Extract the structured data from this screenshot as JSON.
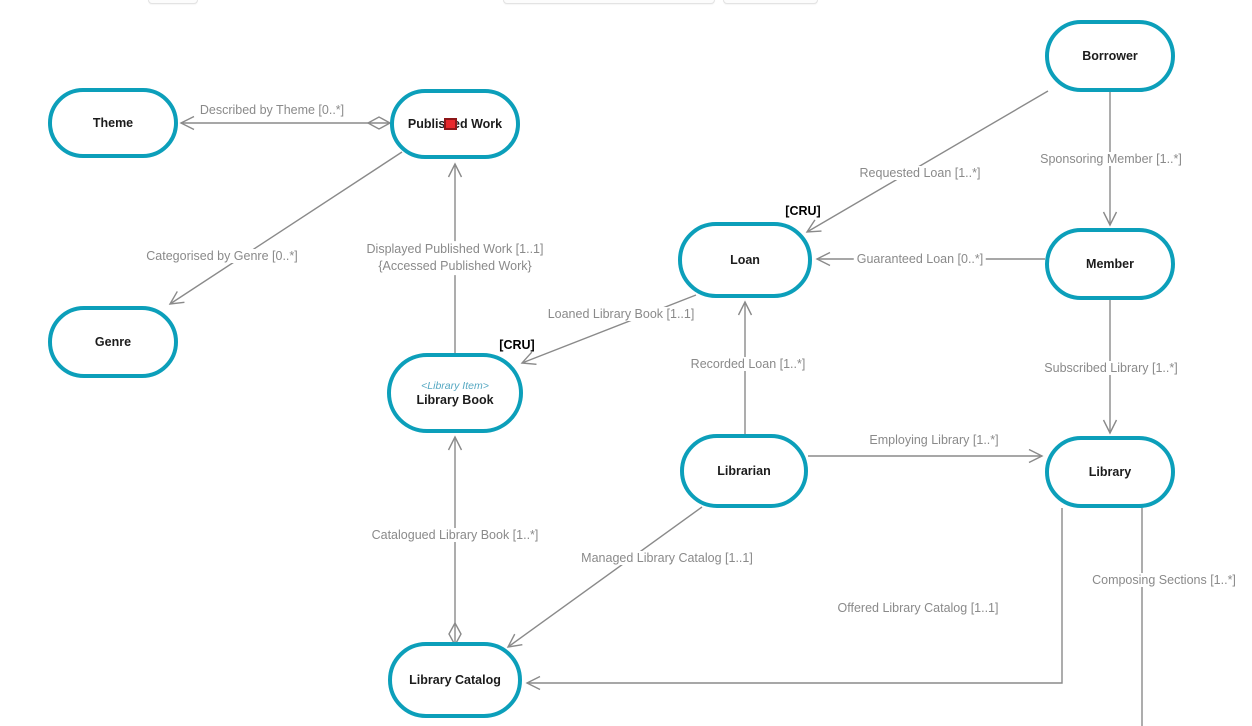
{
  "colors": {
    "node_border": "#0c9fba",
    "node_text": "#1c1c1c",
    "stereotype": "#56a8c2",
    "edge": "#8a8a8a",
    "label": "#8a8a8a",
    "marker_fill": "#e8282c",
    "marker_border": "#8d1618"
  },
  "nodes": {
    "theme": {
      "label": "Theme"
    },
    "published_work": {
      "label": "Published Work"
    },
    "genre": {
      "label": "Genre"
    },
    "loan": {
      "label": "Loan"
    },
    "borrower": {
      "label": "Borrower"
    },
    "member": {
      "label": "Member"
    },
    "library_book": {
      "stereotype": "<Library Item>",
      "label": "Library Book"
    },
    "librarian": {
      "label": "Librarian"
    },
    "library": {
      "label": "Library"
    },
    "library_catalog": {
      "label": "Library Catalog"
    }
  },
  "relations": [
    {
      "id": "described_by_theme",
      "from": "published_work",
      "to": "theme",
      "label": "Described by Theme [0..*]"
    },
    {
      "id": "categorised_by_genre",
      "from": "published_work",
      "to": "genre",
      "label": "Categorised by Genre [0..*]"
    },
    {
      "id": "displayed_published_work",
      "from": "library_book",
      "to": "published_work",
      "label": "Displayed Published Work [1..1]",
      "constraint": "{Accessed Published Work}"
    },
    {
      "id": "requested_loan",
      "from": "borrower",
      "to": "loan",
      "label": "Requested Loan [1..*]",
      "access": "[CRU]"
    },
    {
      "id": "sponsoring_member",
      "from": "borrower",
      "to": "member",
      "label": "Sponsoring Member [1..*]"
    },
    {
      "id": "guaranteed_loan",
      "from": "member",
      "to": "loan",
      "label": "Guaranteed Loan [0..*]"
    },
    {
      "id": "loaned_library_book",
      "from": "loan",
      "to": "library_book",
      "label": "Loaned Library Book [1..1]",
      "access": "[CRU]"
    },
    {
      "id": "recorded_loan",
      "from": "librarian",
      "to": "loan",
      "label": "Recorded Loan [1..*]"
    },
    {
      "id": "subscribed_library",
      "from": "member",
      "to": "library",
      "label": "Subscribed Library [1..*]"
    },
    {
      "id": "employing_library",
      "from": "librarian",
      "to": "library",
      "label": "Employing Library [1..*]"
    },
    {
      "id": "catalogued_library_book",
      "from": "library_catalog",
      "to": "library_book",
      "label": "Catalogued Library Book [1..*]"
    },
    {
      "id": "managed_library_catalog",
      "from": "librarian",
      "to": "library_catalog",
      "label": "Managed Library Catalog [1..1]"
    },
    {
      "id": "offered_library_catalog",
      "from": "library",
      "to": "library_catalog",
      "label": "Offered Library Catalog [1..1]"
    },
    {
      "id": "composing_sections",
      "from": "library",
      "to": "",
      "label": "Composing Sections [1..*]"
    }
  ]
}
